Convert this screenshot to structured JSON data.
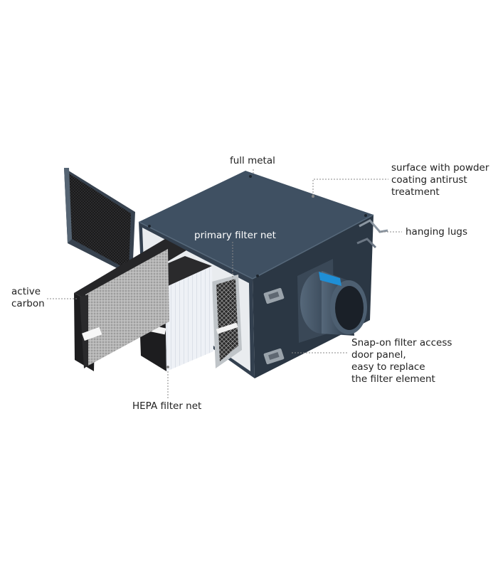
{
  "labels": {
    "full_metal": "full metal",
    "surface_line1": "surface with powder",
    "surface_line2": "coating antirust",
    "surface_line3": "treatment",
    "primary_filter": "primary filter net",
    "hanging_lugs": "hanging lugs",
    "active_line1": "active",
    "active_line2": "carbon",
    "snap_line1": "Snap-on filter access",
    "snap_line2": "door panel,",
    "snap_line3": "easy to replace",
    "snap_line4": "the filter element",
    "hepa_filter": "HEPA filter net"
  },
  "colors": {
    "housing_top": "#3f5062",
    "housing_front": "#33404f",
    "housing_side": "#2b3744",
    "duct_collar": "#4a5b6c",
    "clip_accent": "#1f8fd6",
    "carbon_mesh": "#9a9a9a",
    "hepa_media": "#eef1f6",
    "dark_filter": "#1d1d1f",
    "leader_line": "#888888",
    "text": "#222222"
  }
}
